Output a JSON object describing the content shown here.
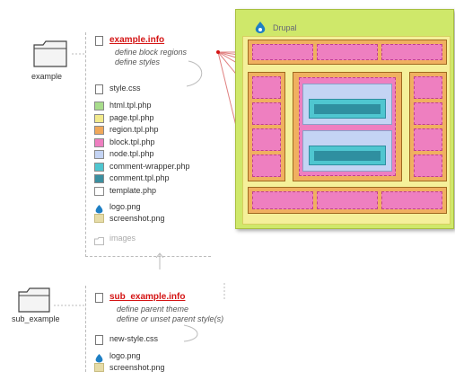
{
  "example_folder": {
    "label": "example"
  },
  "sub_example_folder": {
    "label": "sub_example"
  },
  "example_files": {
    "info": {
      "name": "example.info",
      "notes": [
        "define block regions",
        "define styles"
      ]
    },
    "style": "style.css",
    "templates": [
      {
        "name": "html.tpl.php",
        "color": "#a8dd8c"
      },
      {
        "name": "page.tpl.php",
        "color": "#f2ea8c"
      },
      {
        "name": "region.tpl.php",
        "color": "#f0a85a"
      },
      {
        "name": "block.tpl.php",
        "color": "#ee7fc0"
      },
      {
        "name": "node.tpl.php",
        "color": "#c4d4f4"
      },
      {
        "name": "comment-wrapper.php",
        "color": "#4fc6d0"
      },
      {
        "name": "comment.tpl.php",
        "color": "#3a8fa0"
      },
      {
        "name": "template.php",
        "color": "#ffffff"
      }
    ],
    "logo": "logo.png",
    "screenshot": "screenshot.png",
    "images": "images"
  },
  "sub_example_files": {
    "info": {
      "name": "sub_example.info",
      "notes": [
        "define parent theme",
        "define or unset parent style(s)"
      ]
    },
    "style": "new-style.css",
    "logo": "logo.png",
    "screenshot": "screenshot.png"
  },
  "drupal_page": {
    "title": "Drupal"
  },
  "colors": {
    "html": "#cfe86a",
    "page": "#f5f09a",
    "region": "#f0b060",
    "block": "#ee7fc0",
    "node": "#c4d4f4",
    "comment_wrapper": "#4fc6d0",
    "comment": "#2f8fa0"
  }
}
